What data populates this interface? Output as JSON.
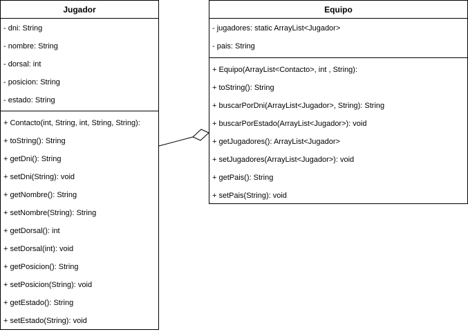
{
  "jugador": {
    "name": "Jugador",
    "attributes": [
      "- dni: String",
      "- nombre: String",
      "- dorsal: int",
      "- posicion: String",
      "- estado: String"
    ],
    "methods": [
      "+ Contacto(int, String, int, String, String):",
      "+ toString(): String",
      "+ getDni(): String",
      "+ setDni(String): void",
      "+ getNombre(): String",
      "+ setNombre(String): String",
      "+ getDorsal(): int",
      "+ setDorsal(int): void",
      "+ getPosicion(): String",
      "+ setPosicion(String): void",
      "+ getEstado(): String",
      "+ setEstado(String): void"
    ]
  },
  "equipo": {
    "name": "Equipo",
    "attributes": [
      "- jugadores: static ArrayList<Jugador>",
      "- pais: String"
    ],
    "methods": [
      "+ Equipo(ArrayList<Contacto>, int , String):",
      "+ toString(): String",
      "+ buscarPorDni(ArrayList<Jugador>, String): String",
      "+ buscarPorEstado(ArrayList<Jugador>): void",
      "+ getJugadores(): ArrayList<Jugador>",
      "+ setJugadores(ArrayList<Jugador>): void",
      "+ getPais(): String",
      "+ setPais(String): void"
    ]
  },
  "relationship": {
    "type": "aggregation",
    "whole": "Equipo",
    "part": "Jugador"
  },
  "colors": {
    "stroke": "#000000",
    "background": "#ffffff"
  }
}
